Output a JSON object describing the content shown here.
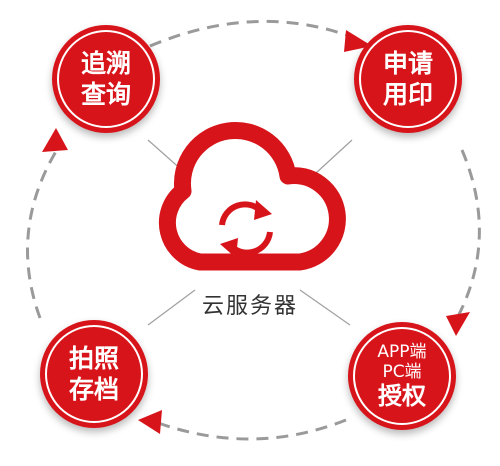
{
  "center": {
    "label": "云服务器",
    "icon": "cloud-sync-icon"
  },
  "nodes": {
    "trace": "追溯查询",
    "apply": "申请用印",
    "auth": {
      "line1": "APP端",
      "line2": "PC端",
      "line3": "授权"
    },
    "archive": "拍照存档"
  },
  "colors": {
    "accent": "#d8141b",
    "dash": "#9a9a9a",
    "text": "#333333"
  }
}
